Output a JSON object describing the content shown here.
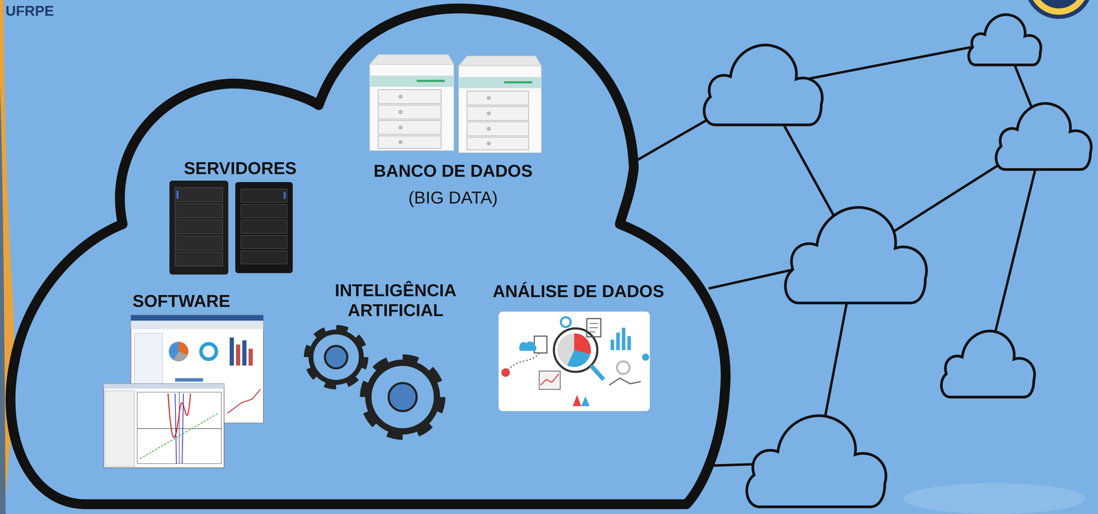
{
  "diagram": {
    "nodes": [
      {
        "text": [
          "SERVIDORES",
          "BANCO DE DADOS",
          "(BIG DATA)",
          "SOFTWARE",
          "INTELIGÊNCIA ARTIFICIAL",
          "ANÁLISE DE DADOS"
        ]
      }
    ],
    "labels": [
      "UFRPE"
    ]
  }
}
